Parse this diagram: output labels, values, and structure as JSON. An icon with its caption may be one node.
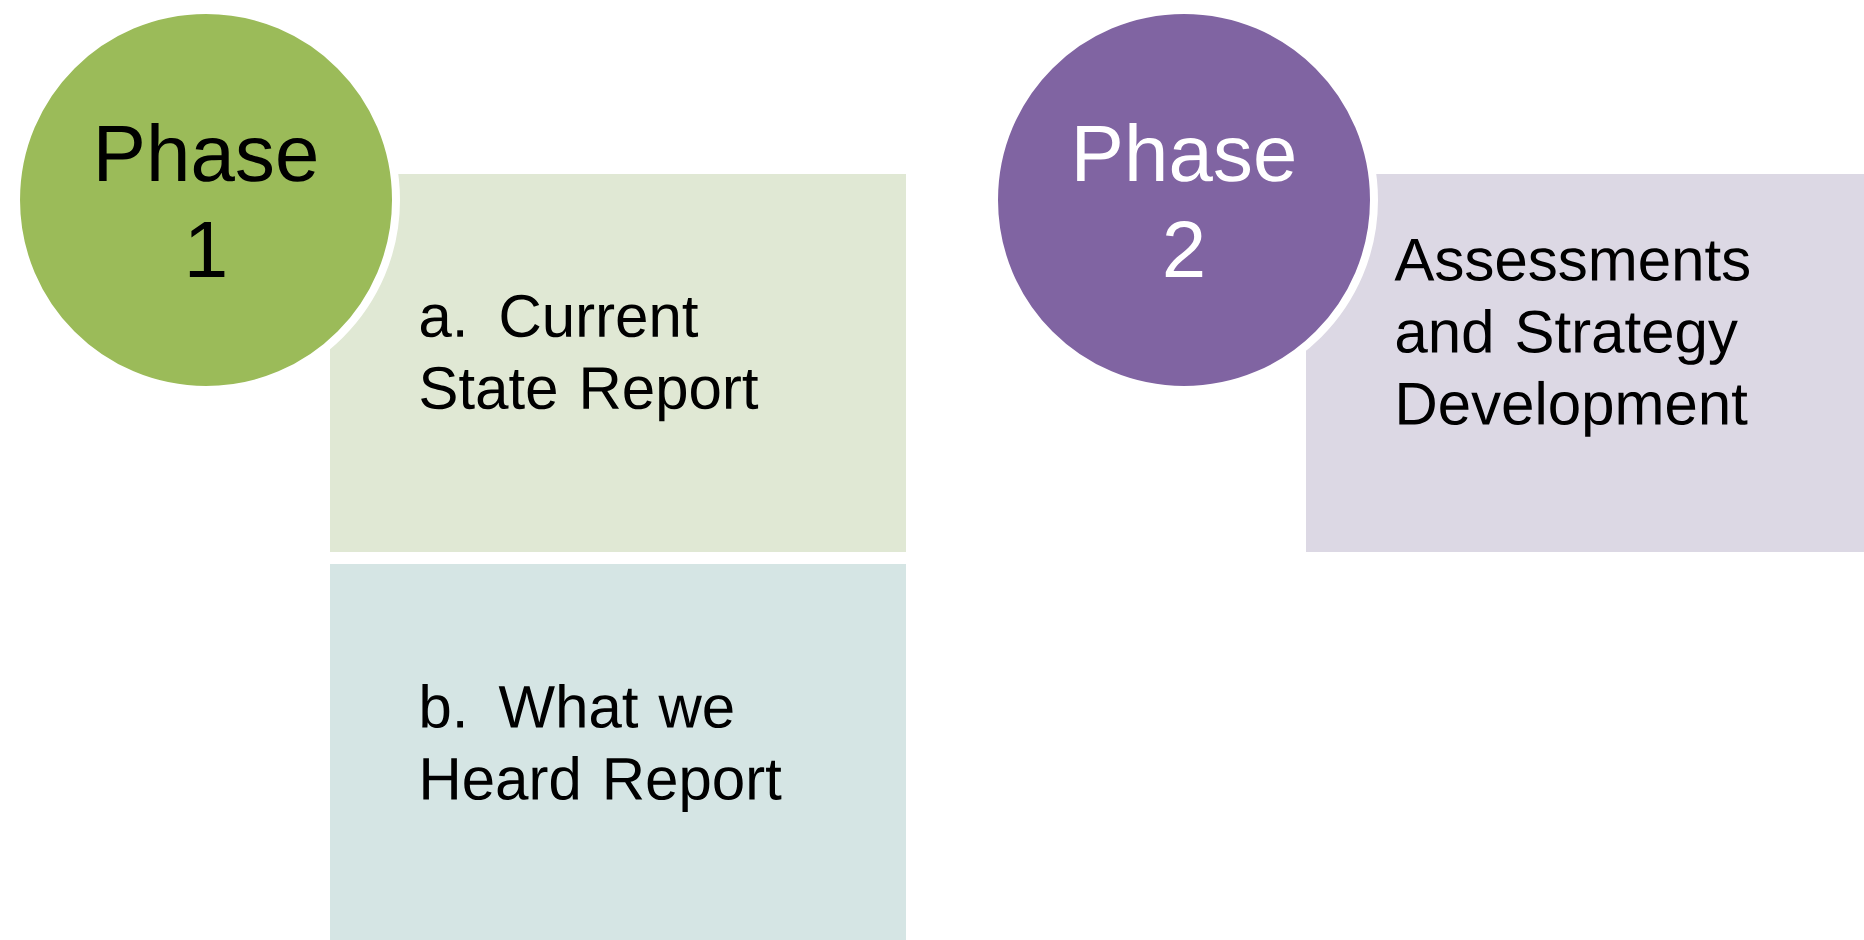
{
  "diagram": {
    "nodes": [
      {
        "text": [
          "Phase 1"
        ]
      },
      {
        "text": [
          "a. Current State Report"
        ]
      },
      {
        "text": [
          "b. What we Heard Report"
        ]
      },
      {
        "text": [
          "Phase 2"
        ]
      },
      {
        "text": [
          "Assessments and Strategy Development"
        ]
      }
    ]
  }
}
